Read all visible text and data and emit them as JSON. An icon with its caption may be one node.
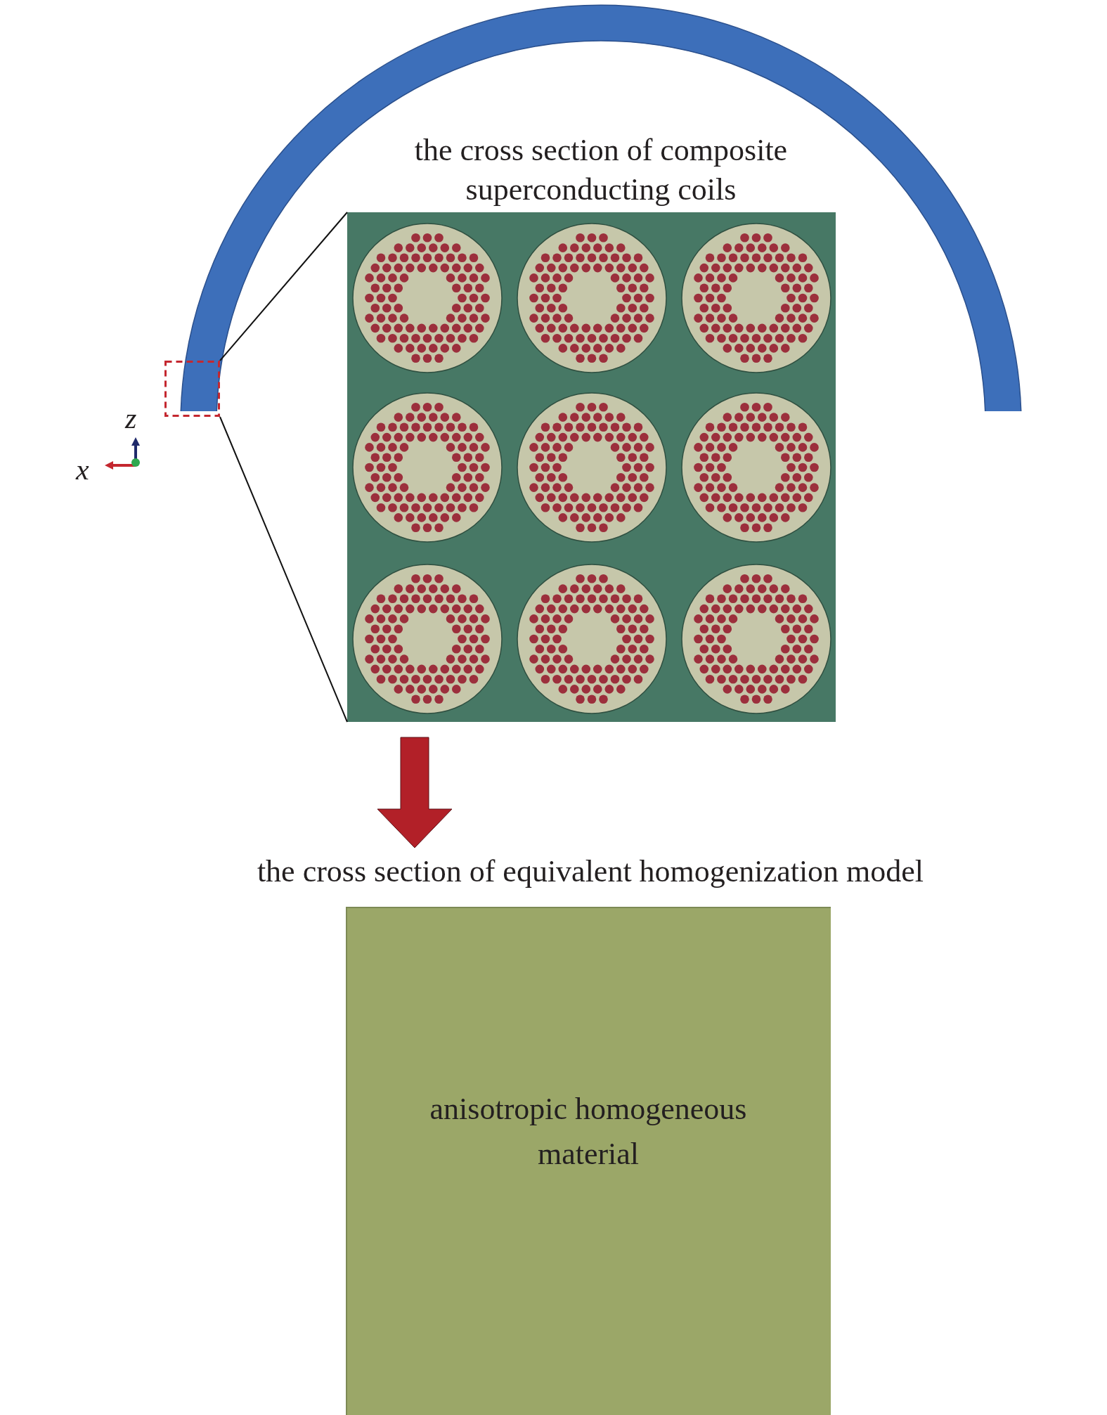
{
  "diagram": {
    "nodes": [
      {
        "text": [],
        "shape": "picture"
      },
      {
        "text": [],
        "shape": "box"
      },
      {
        "text": [
          "the cross section of composite superconducting coils"
        ]
      },
      {
        "text": [
          "the cross section of equivalent homogenization model",
          "anisotropic homogeneous material"
        ]
      }
    ],
    "edges": [
      {
        "from": 1,
        "to": 2,
        "arrow": "none"
      },
      {
        "from": 1,
        "to": 2,
        "arrow": "none"
      },
      {
        "from": 2,
        "to": 3,
        "arrow": "to",
        "style": "thick",
        "color": "#b22028"
      }
    ],
    "labels": [
      "z",
      "x"
    ]
  }
}
